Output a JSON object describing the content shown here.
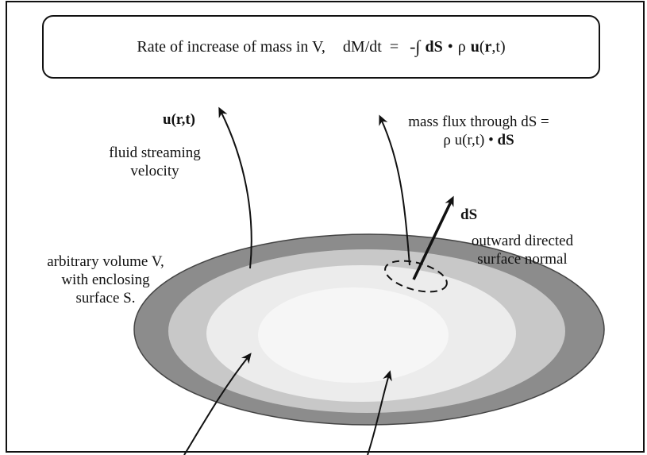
{
  "equation": {
    "prefix": "Rate of increase of mass in V,",
    "lhs": "dM/dt",
    "equals": "=",
    "minus_integral": "-∫",
    "ds": "dS",
    "dot1": "•",
    "rho": "ρ",
    "u": "u",
    "args_open": "(",
    "r": "r",
    "args_close": ",t)"
  },
  "labels": {
    "u_vector": "u(r,t)",
    "fluid_line1": "fluid streaming",
    "fluid_line2": "velocity",
    "flux_line1": "mass flux through dS =",
    "flux_line2_pre": "ρ u(r,t)",
    "flux_line2_dot": "•",
    "flux_line2_ds": "dS",
    "ds_vector": "dS",
    "normal_line1": "outward directed",
    "normal_line2": "surface normal",
    "volume_line1": "arbitrary volume V,",
    "volume_line2": "with enclosing",
    "volume_line3": "surface S."
  },
  "colors": {
    "frame": "#111111",
    "ellipse_outer": "#8c8c8c",
    "ellipse_mid": "#c8c8c8",
    "ellipse_inner": "#ececec",
    "ellipse_core": "#f6f6f6"
  }
}
